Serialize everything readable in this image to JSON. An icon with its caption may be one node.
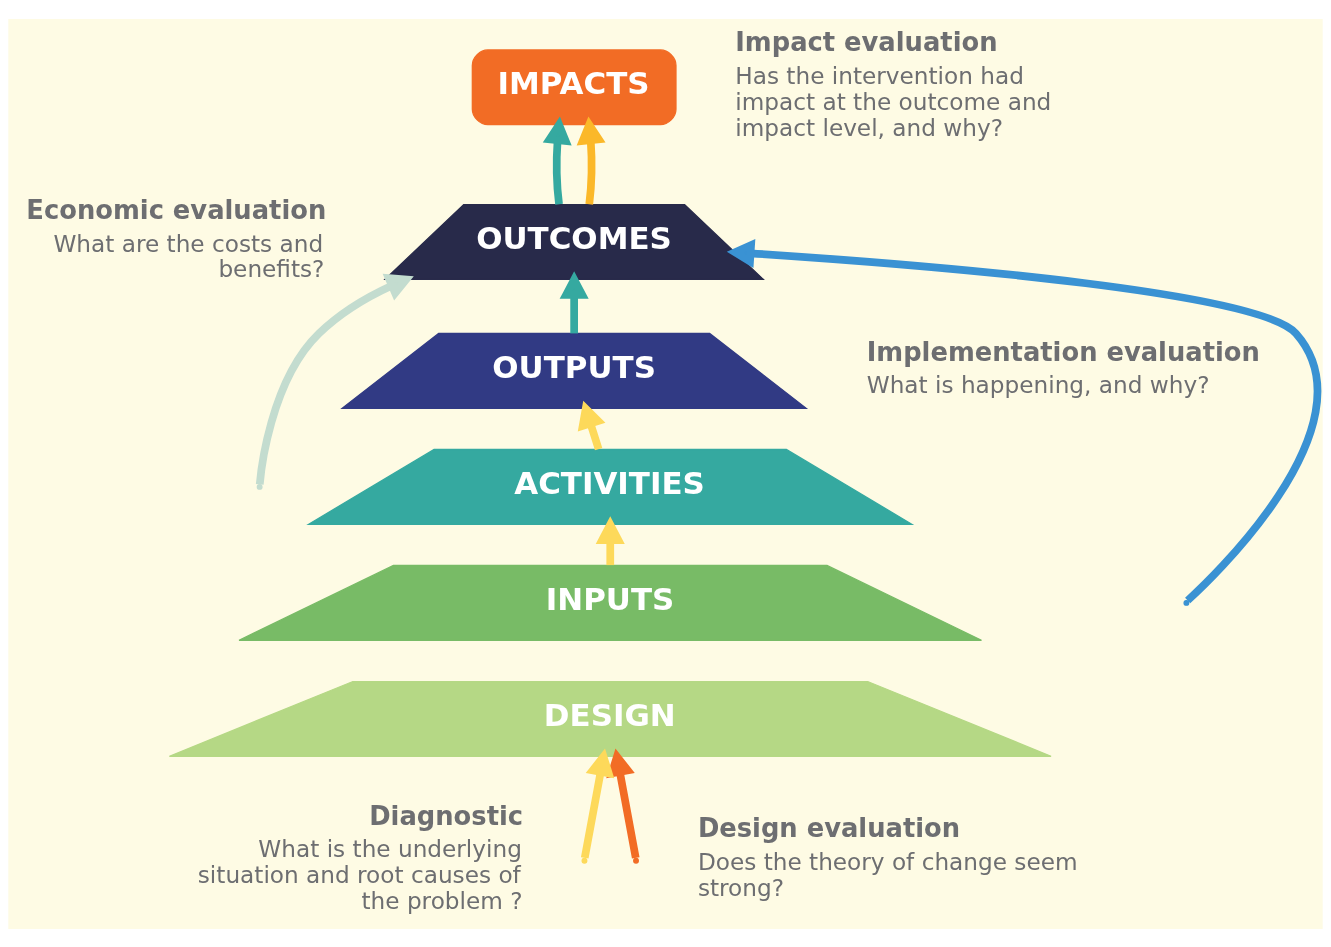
{
  "diagram": {
    "nodes": [
      {
        "text": [
          "IMPACTS"
        ]
      },
      {
        "text": [
          "OUTCOMES"
        ]
      },
      {
        "text": [
          "OUTPUTS"
        ]
      },
      {
        "text": [
          "ACTIVITIES"
        ]
      },
      {
        "text": [
          "INPUTS"
        ]
      },
      {
        "text": [
          "DESIGN"
        ]
      },
      {
        "text": [
          "Impact evaluation",
          "Has the intervention had impact at the outcome and impact level, and why?"
        ]
      },
      {
        "text": [
          "Economic evaluation",
          "What are the costs and benefits?"
        ]
      },
      {
        "text": [
          "Implementation evaluation",
          "What is happening, and why?"
        ]
      },
      {
        "text": [
          "Diagnostic",
          "What is the underlying situation and root causes of the problem ?"
        ]
      },
      {
        "text": [
          "Design evaluation",
          "Does the theory of change seem strong?"
        ]
      }
    ],
    "edges": [
      {
        "from": 4,
        "to": 3,
        "arrow": "to",
        "color": "#fdd95a"
      },
      {
        "from": 3,
        "to": 2,
        "arrow": "to",
        "color": "#fdd95a"
      },
      {
        "from": 2,
        "to": 1,
        "arrow": "to",
        "color": "#35a9a0"
      },
      {
        "from": 1,
        "to": 0,
        "arrow": "to",
        "color": "#35a9a0"
      },
      {
        "from": 1,
        "to": 0,
        "arrow": "to",
        "color": "#fbb829"
      },
      {
        "from": null,
        "to": 1,
        "arrow": "to",
        "color": "#3a92d3"
      },
      {
        "from": null,
        "to": 1,
        "arrow": "to",
        "color": "#c3dccf"
      },
      {
        "from": null,
        "to": 5,
        "arrow": "to",
        "color": "#f26c25"
      },
      {
        "from": null,
        "to": 5,
        "arrow": "to",
        "color": "#fdd95a"
      }
    ]
  }
}
